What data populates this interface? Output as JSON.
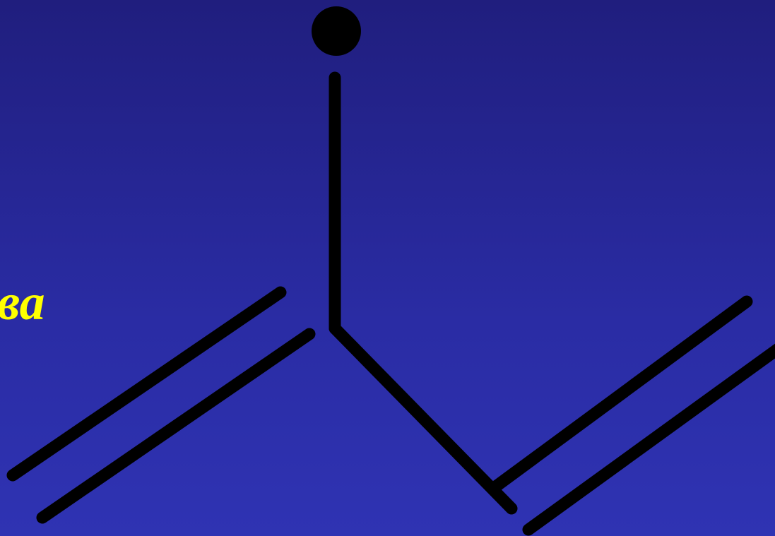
{
  "slide": {
    "label_fragment": "ова"
  },
  "colors": {
    "background_top": "#201e7e",
    "background_bottom": "#2f33b3",
    "label_text": "#ffff00",
    "structure_lines": "#000000"
  },
  "structure": {
    "atom_marker": "filled-circle",
    "bonds": [
      {
        "id": "vertical-bond",
        "order": "single"
      },
      {
        "id": "left-double-bond",
        "order": "double"
      },
      {
        "id": "center-diagonal-bond",
        "order": "single"
      },
      {
        "id": "right-double-bond",
        "order": "double"
      }
    ]
  }
}
